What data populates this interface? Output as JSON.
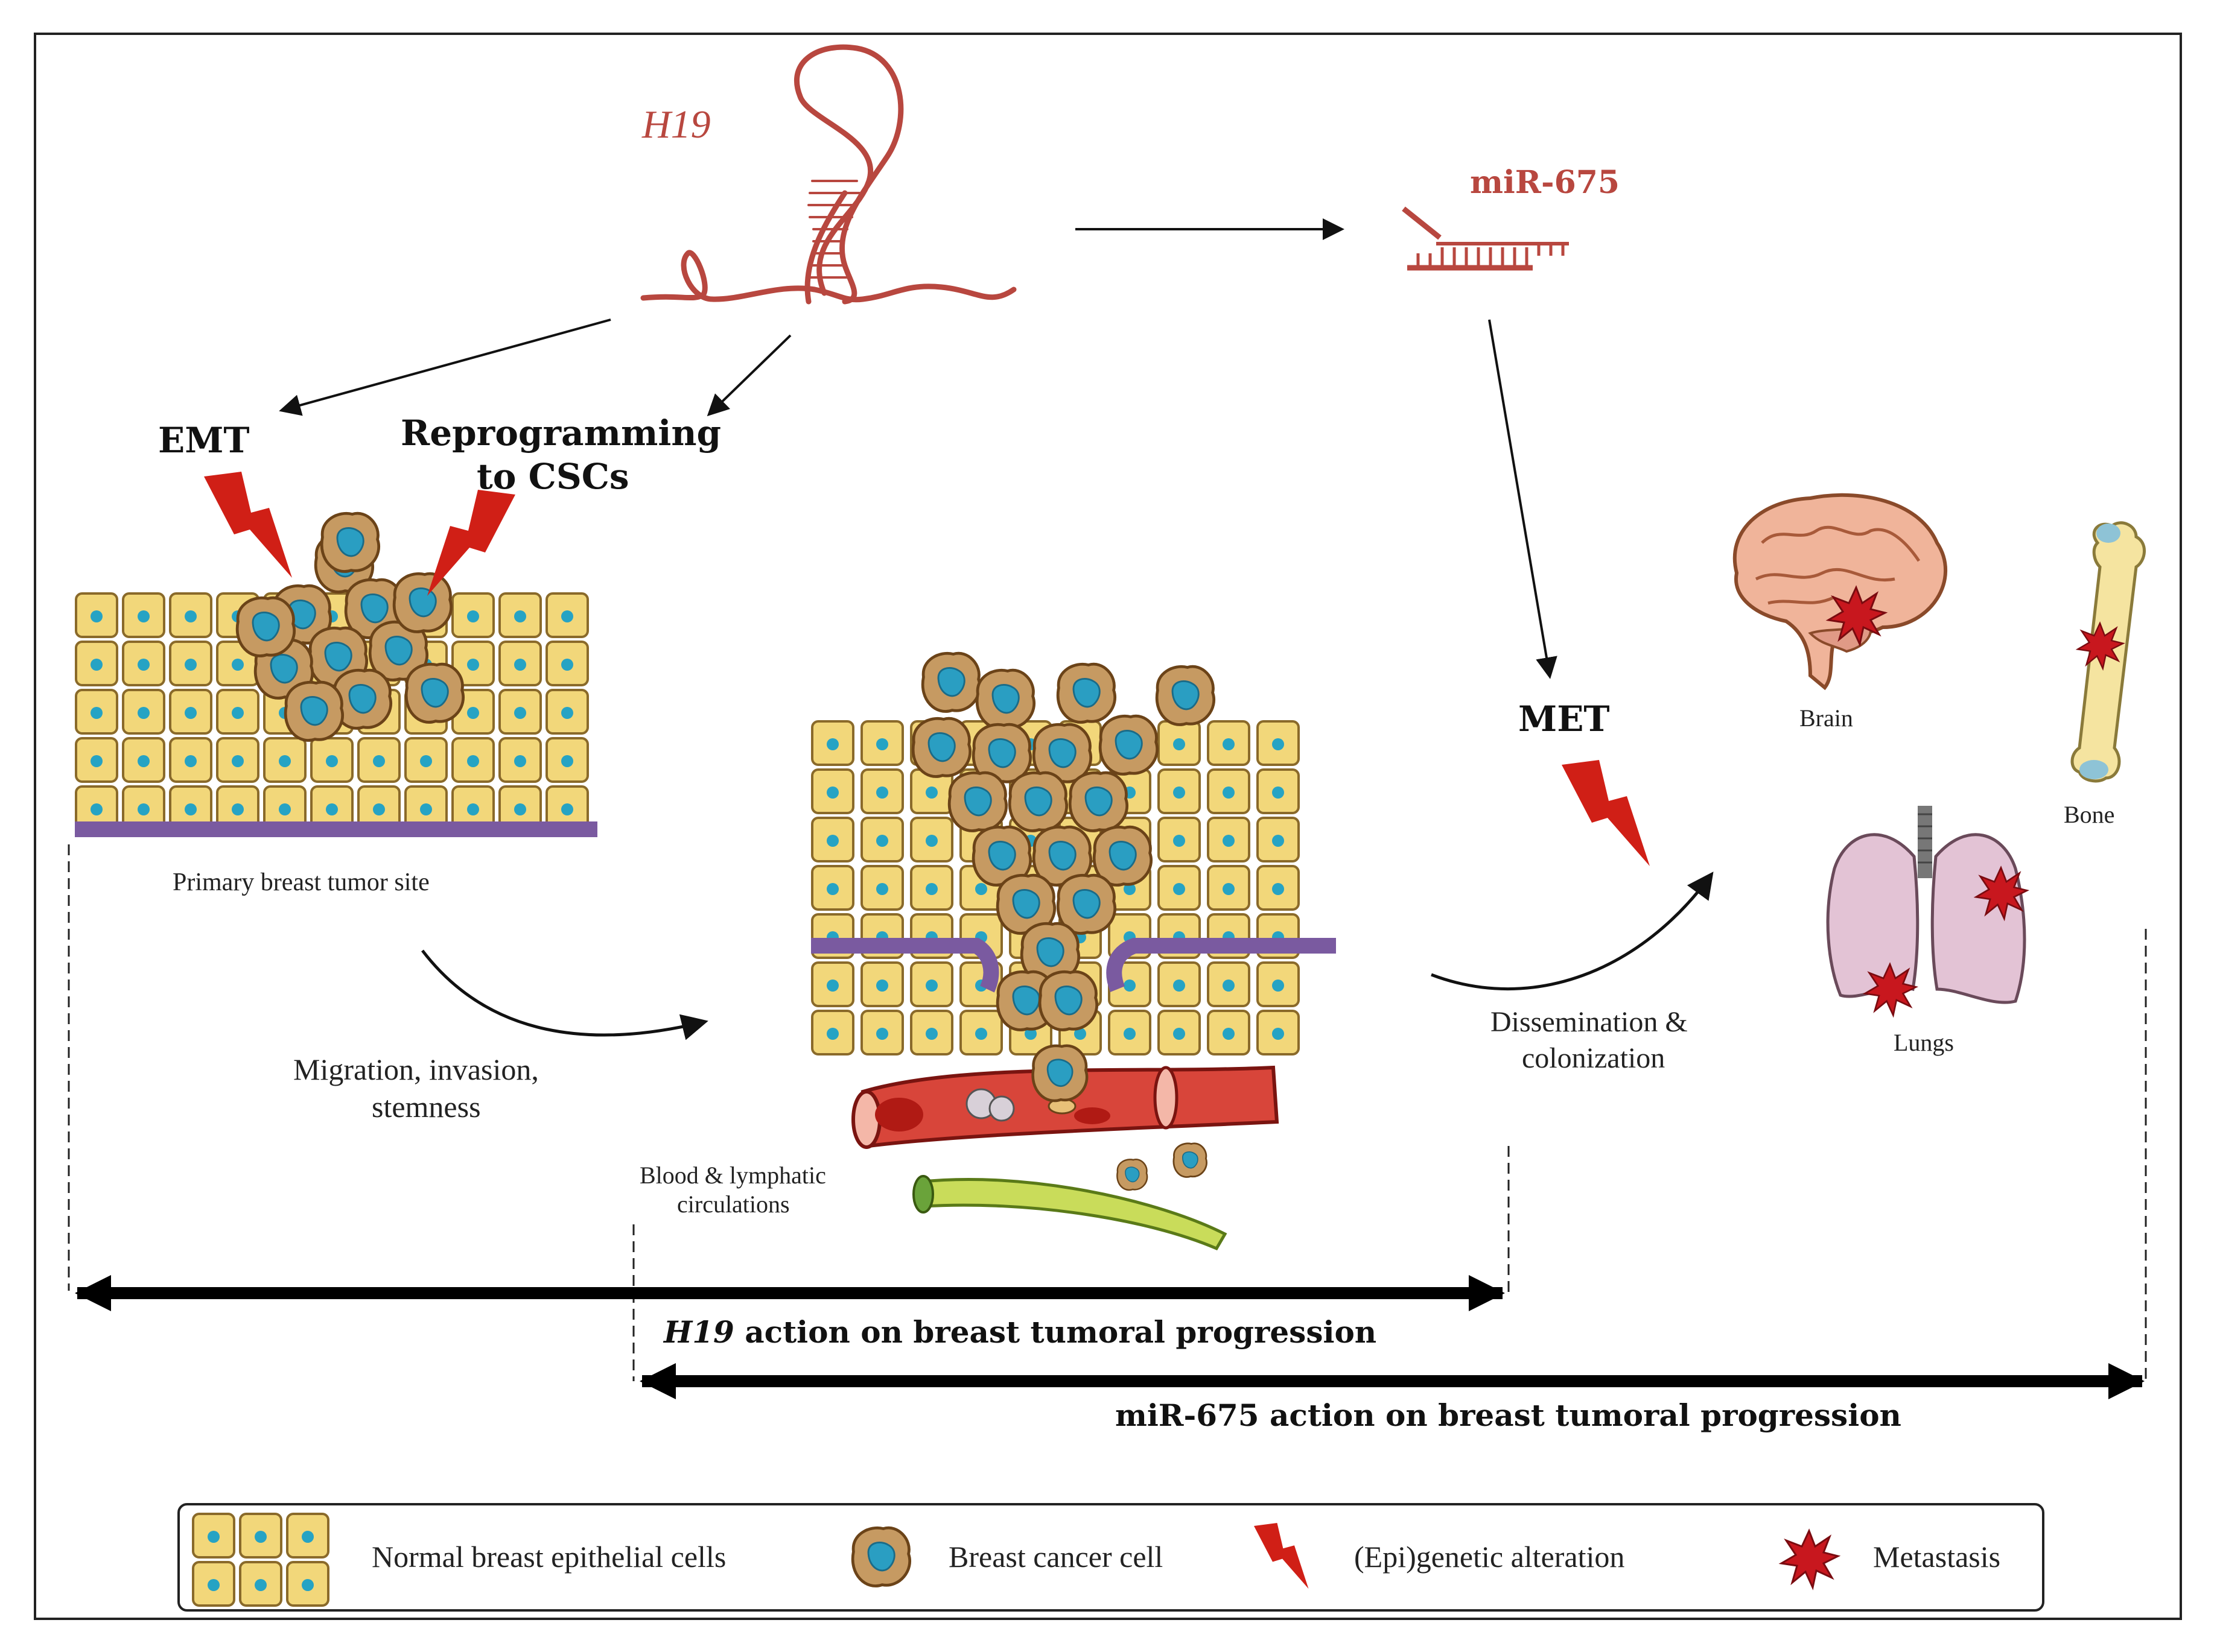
{
  "labels": {
    "h19": "H19",
    "mir": "miR-675",
    "emt": "EMT",
    "reprog_line1": "Reprogramming",
    "reprog_line2": "to CSCs",
    "met": "MET",
    "primary_site": "Primary breast tumor site",
    "migration_line1": "Migration, invasion,",
    "migration_line2": "stemness",
    "blood_line1": "Blood & lymphatic",
    "blood_line2": "circulations",
    "dissem_line1": "Dissemination &",
    "dissem_line2": "colonization",
    "brain": "Brain",
    "bone": "Bone",
    "lungs": "Lungs",
    "h19_action_italic": "H19",
    "h19_action_rest": " action on breast tumoral progression",
    "mir_action": "miR-675 action on breast tumoral progression"
  },
  "legend": {
    "normal_cells": "Normal breast epithelial cells",
    "cancer_cell": "Breast cancer cell",
    "alteration": "(Epi)genetic  alteration",
    "metastasis": "Metastasis"
  },
  "icons": [
    "rna-strand-icon",
    "microrna-icon",
    "lightning-icon",
    "brain-icon",
    "bone-icon",
    "lungs-icon",
    "metastasis-star-icon",
    "cancer-cell-icon",
    "epithelial-cells-icon",
    "blood-vessel-icon"
  ],
  "colors": {
    "rna": "#b8473f",
    "bolt": "#d01f16",
    "cell_yellow": "#f2d77a",
    "nucleus": "#26a3c4",
    "membrane": "#7a5aa0",
    "star": "#c8171e"
  }
}
